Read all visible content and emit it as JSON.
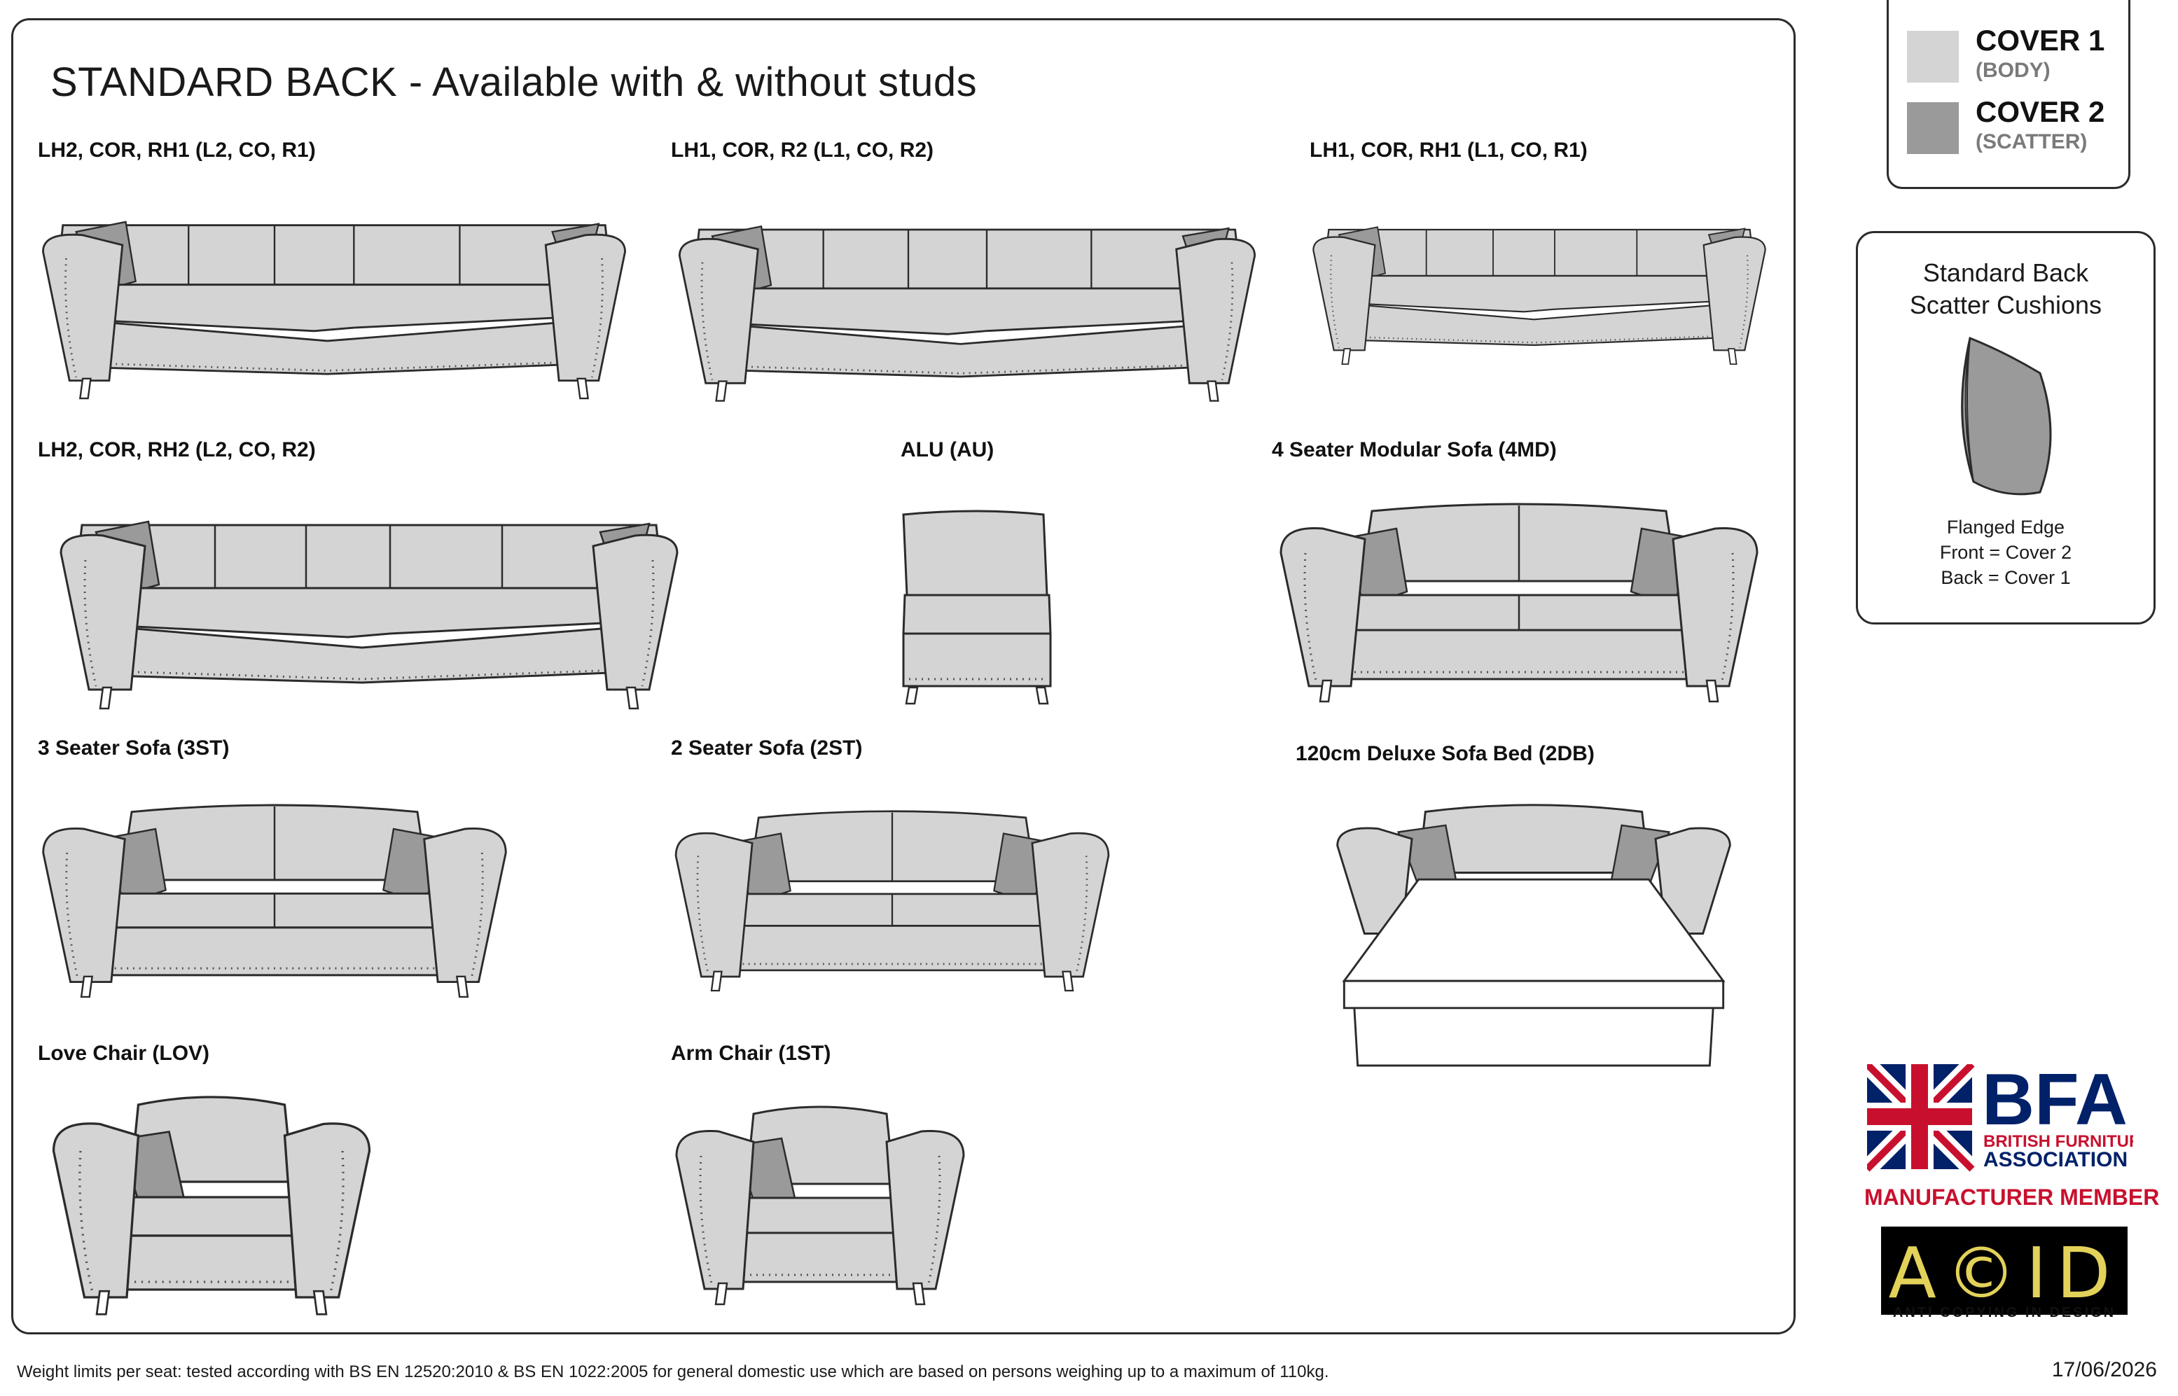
{
  "title": "STANDARD BACK - Available with & without studs",
  "products": [
    {
      "label": "LH2, COR, RH1 (L2, CO, R1)"
    },
    {
      "label": "LH1, COR, R2 (L1, CO, R2)"
    },
    {
      "label": "LH1, COR, RH1 (L1, CO, R1)"
    },
    {
      "label": "LH2, COR, RH2 (L2, CO, R2)"
    },
    {
      "label": "ALU (AU)"
    },
    {
      "label": "4 Seater Modular Sofa (4MD)"
    },
    {
      "label": "3 Seater Sofa (3ST)"
    },
    {
      "label": "2 Seater Sofa (2ST)"
    },
    {
      "label": "120cm Deluxe Sofa Bed (2DB)"
    },
    {
      "label": "Love Chair (LOV)"
    },
    {
      "label": "Arm Chair (1ST)"
    }
  ],
  "legend": {
    "cover1": {
      "name": "COVER 1",
      "sub": "(BODY)",
      "color": "#d4d4d4"
    },
    "cover2": {
      "name": "COVER 2",
      "sub": "(SCATTER)",
      "color": "#9a9a9a"
    }
  },
  "cushion": {
    "title_line1": "Standard Back",
    "title_line2": "Scatter Cushions",
    "note_line1": "Flanged Edge",
    "note_line2": "Front = Cover 2",
    "note_line3": "Back = Cover 1"
  },
  "bfa": {
    "short": "BFA",
    "name_line1": "BRITISH FURNITURE",
    "name_line2": "ASSOCIATION",
    "member": "MANUFACTURER MEMBER"
  },
  "acid": {
    "mark": "A©ID",
    "sub": "ANTI COPYING IN DESIGN"
  },
  "footer": {
    "note": "Weight limits per seat: tested according with BS EN 12520:2010 & BS EN 1022:2005 for general domestic use which are based on persons weighing up to a maximum of 110kg.",
    "date": "17/06/2026"
  }
}
